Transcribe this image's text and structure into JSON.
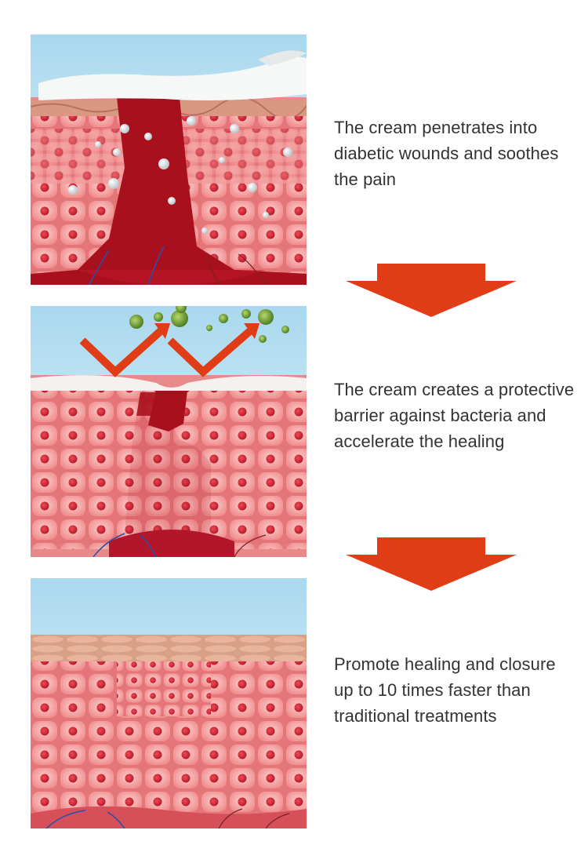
{
  "steps": [
    {
      "caption": "The cream penetrates into diabetic wounds and soothes the pain"
    },
    {
      "caption": "The cream creates a protective barrier against bacteria and accelerate the healing"
    },
    {
      "caption": "Promote healing and closure up to 10 times faster than traditional treatments"
    }
  ],
  "colors": {
    "accent_arrow": "#e03c16",
    "cell": "#f59a9a",
    "nucleus": "#d42a3a",
    "wound": "#a8101e",
    "skin_top": "#d99a86",
    "sky": "#bfe3f2"
  },
  "icons": [
    "down-arrow-icon",
    "bacteria-icon",
    "check-arrow-icon"
  ]
}
